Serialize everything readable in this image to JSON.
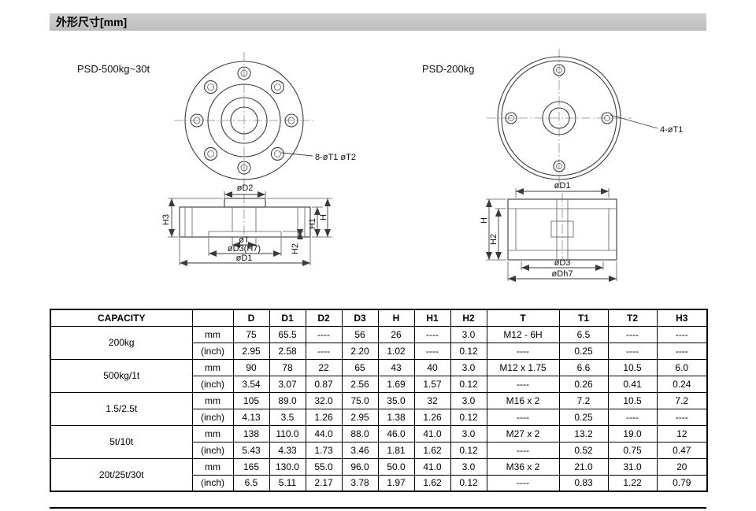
{
  "header": {
    "title": "外形尺寸[mm]"
  },
  "drawings": {
    "left": {
      "title": "PSD-500kg~30t",
      "bolt_callout": "8-øT1 øT2",
      "labels": {
        "d2": "øD2",
        "h3": "H3",
        "h1": "H1",
        "h": "H",
        "h2": "H2",
        "t": "øT",
        "d3": "øD3(H7)",
        "d1": "øD1"
      }
    },
    "right": {
      "title": "PSD-200kg",
      "bolt_callout": "4-øT1",
      "labels": {
        "d1": "øD1",
        "h": "H",
        "h2": "H2",
        "d3": "øD3",
        "dh7": "øDh7"
      }
    }
  },
  "table": {
    "headers": [
      "CAPACITY",
      "",
      "D",
      "D1",
      "D2",
      "D3",
      "H",
      "H1",
      "H2",
      "T",
      "T1",
      "T2",
      "H3"
    ],
    "unit_labels": {
      "mm": "mm",
      "inch": "(inch)"
    },
    "rows": [
      {
        "capacity": "200kg",
        "mm": [
          "75",
          "65.5",
          "----",
          "56",
          "26",
          "----",
          "3.0",
          "M12 - 6H",
          "6.5",
          "----",
          "----"
        ],
        "inch": [
          "2.95",
          "2.58",
          "----",
          "2.20",
          "1.02",
          "----",
          "0.12",
          "----",
          "0.25",
          "----",
          "----"
        ]
      },
      {
        "capacity": "500kg/1t",
        "mm": [
          "90",
          "78",
          "22",
          "65",
          "43",
          "40",
          "3.0",
          "M12 x 1.75",
          "6.6",
          "10.5",
          "6.0"
        ],
        "inch": [
          "3.54",
          "3.07",
          "0.87",
          "2.56",
          "1.69",
          "1.57",
          "0.12",
          "----",
          "0.26",
          "0.41",
          "0.24"
        ]
      },
      {
        "capacity": "1.5/2.5t",
        "mm": [
          "105",
          "89.0",
          "32.0",
          "75.0",
          "35.0",
          "32",
          "3.0",
          "M16 x 2",
          "7.2",
          "10.5",
          "7.2"
        ],
        "inch": [
          "4.13",
          "3.5",
          "1.26",
          "2.95",
          "1.38",
          "1.26",
          "0.12",
          "----",
          "0.25",
          "----",
          "----"
        ]
      },
      {
        "capacity": "5t/10t",
        "mm": [
          "138",
          "110.0",
          "44.0",
          "88.0",
          "46.0",
          "41.0",
          "3.0",
          "M27 x 2",
          "13.2",
          "19.0",
          "12"
        ],
        "inch": [
          "5.43",
          "4.33",
          "1.73",
          "3.46",
          "1.81",
          "1.62",
          "0.12",
          "----",
          "0.52",
          "0.75",
          "0.47"
        ]
      },
      {
        "capacity": "20t/25t/30t",
        "mm": [
          "165",
          "130.0",
          "55.0",
          "96.0",
          "50.0",
          "41.0",
          "3.0",
          "M36 x 2",
          "21.0",
          "31.0",
          "20"
        ],
        "inch": [
          "6.5",
          "5.11",
          "2.17",
          "3.78",
          "1.97",
          "1.62",
          "0.12",
          "----",
          "0.83",
          "1.22",
          "0.79"
        ]
      }
    ]
  }
}
